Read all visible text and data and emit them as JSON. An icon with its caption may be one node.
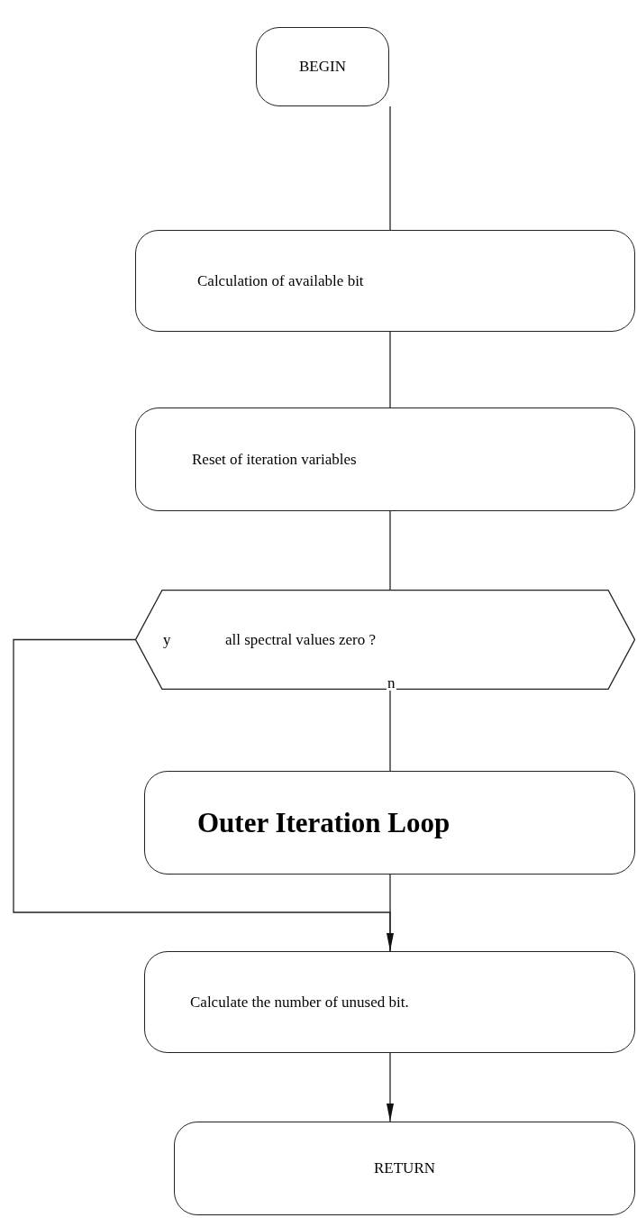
{
  "diagram": {
    "nodes": [
      {
        "text": [
          "BEGIN"
        ]
      },
      {
        "text": [
          "Calculation of available bit"
        ]
      },
      {
        "text": [
          "Reset of iteration variables"
        ]
      },
      {
        "text": [
          "all spectral values zero ?"
        ]
      },
      {
        "text": [
          "Outer Iteration Loop"
        ]
      },
      {
        "text": [
          "Calculate the number of unused bit."
        ]
      },
      {
        "text": [
          "RETURN"
        ]
      }
    ],
    "edges": [
      {
        "from": 0,
        "to": 1,
        "arrow": "none"
      },
      {
        "from": 1,
        "to": 2,
        "arrow": "none"
      },
      {
        "from": 2,
        "to": 3,
        "arrow": "none"
      },
      {
        "from": 3,
        "to": 4,
        "arrow": "none",
        "label": "n"
      },
      {
        "from": 4,
        "to": 5,
        "arrow": "none"
      },
      {
        "from": 3,
        "to": 5,
        "arrow": "to",
        "label": "y"
      },
      {
        "from": 5,
        "to": 6,
        "arrow": "to"
      }
    ]
  }
}
